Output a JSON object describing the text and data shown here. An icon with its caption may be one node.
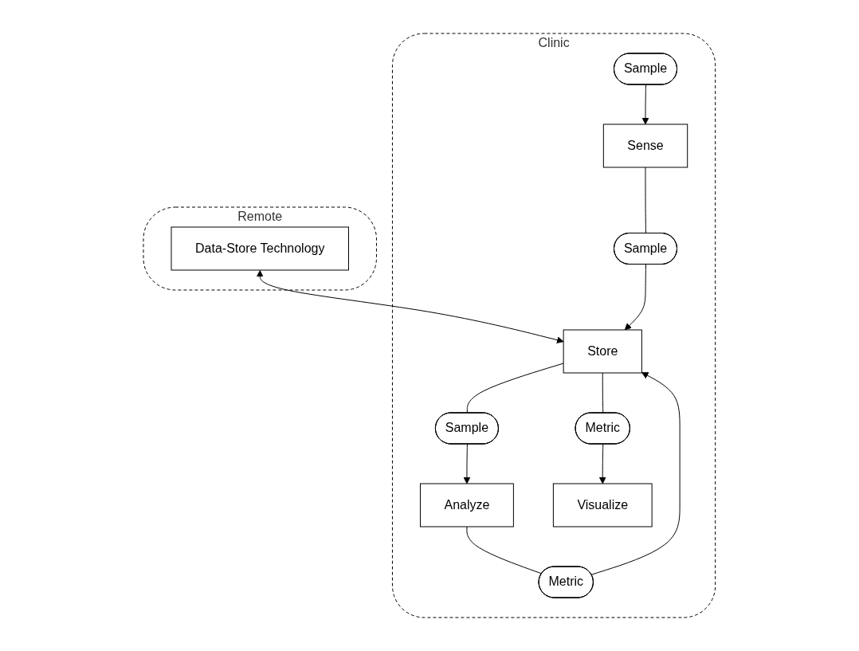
{
  "diagram": {
    "nodes": [
      {
        "text": [
          "Remote"
        ]
      },
      {
        "text": [
          "Data-Store Technology"
        ],
        "in": 0
      },
      {
        "text": [
          "Clinic"
        ]
      },
      {
        "text": [
          "Store"
        ],
        "in": 2
      },
      {
        "text": [
          "Sample"
        ],
        "in": 2
      },
      {
        "text": [
          "Sample"
        ],
        "in": 2
      },
      {
        "text": [
          "Metric"
        ],
        "in": 2
      },
      {
        "text": [
          "Metric"
        ],
        "in": 2
      },
      {
        "text": [
          "Sample"
        ],
        "in": 2
      },
      {
        "text": [
          "Sense"
        ],
        "in": 2
      },
      {
        "text": [
          "Analyze"
        ],
        "in": 2
      },
      {
        "text": [
          "Visualize"
        ],
        "in": 2
      }
    ],
    "edges": [
      {
        "from": 1,
        "to": 3,
        "arrow": "both"
      },
      {
        "from": 9,
        "to": 4,
        "arrow": "none"
      },
      {
        "from": 4,
        "to": 3,
        "arrow": "to"
      },
      {
        "from": 3,
        "to": 5,
        "arrow": "none"
      },
      {
        "from": 5,
        "to": 10,
        "arrow": "to"
      },
      {
        "from": 10,
        "to": 6,
        "arrow": "none"
      },
      {
        "from": 6,
        "to": 3,
        "arrow": "to"
      },
      {
        "from": 3,
        "to": 7,
        "arrow": "none"
      },
      {
        "from": 7,
        "to": 11,
        "arrow": "to"
      },
      {
        "from": 8,
        "to": 9,
        "arrow": "to"
      }
    ]
  }
}
